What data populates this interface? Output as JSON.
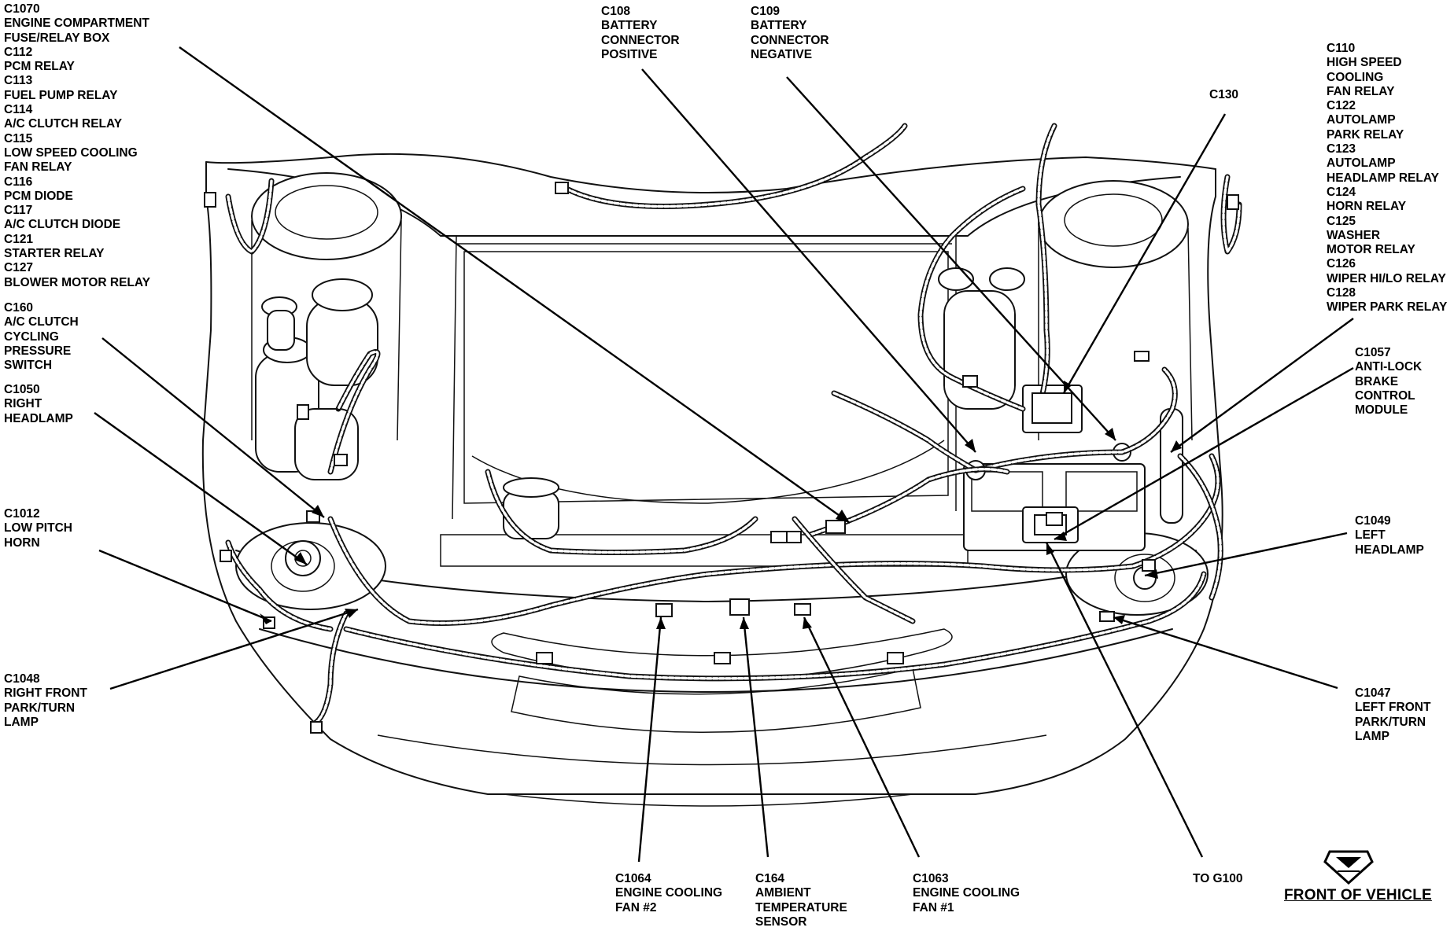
{
  "labels": {
    "c1070": [
      "C1070",
      "ENGINE COMPARTMENT",
      "FUSE/RELAY BOX",
      "C112",
      "PCM RELAY",
      "C113",
      "FUEL PUMP RELAY",
      "C114",
      "A/C CLUTCH RELAY",
      "C115",
      "LOW SPEED COOLING",
      "FAN RELAY",
      "C116",
      "PCM DIODE",
      "C117",
      "A/C CLUTCH DIODE",
      "C121",
      "STARTER  RELAY",
      "C127",
      "BLOWER MOTOR RELAY"
    ],
    "c160": [
      "C160",
      "A/C CLUTCH",
      "CYCLING",
      "PRESSURE",
      "SWITCH"
    ],
    "c1050": [
      "C1050",
      "RIGHT",
      "HEADLAMP"
    ],
    "c1012": [
      "C1012",
      "LOW PITCH",
      "HORN"
    ],
    "c1048": [
      "C1048",
      "RIGHT FRONT",
      "PARK/TURN",
      "LAMP"
    ],
    "c108": [
      "C108",
      "BATTERY",
      "CONNECTOR",
      "POSITIVE"
    ],
    "c109": [
      "C109",
      "BATTERY",
      "CONNECTOR",
      "NEGATIVE"
    ],
    "c130": [
      "C130"
    ],
    "c110": [
      "C110",
      "HIGH SPEED",
      "COOLING",
      "FAN RELAY",
      "C122",
      "AUTOLAMP",
      "PARK RELAY",
      "C123",
      "AUTOLAMP",
      "HEADLAMP RELAY",
      "C124",
      "HORN RELAY",
      "C125",
      "WASHER",
      "MOTOR RELAY",
      "C126",
      "WIPER HI/LO RELAY",
      "C128",
      "WIPER PARK RELAY"
    ],
    "c1057": [
      "C1057",
      "ANTI-LOCK",
      "BRAKE",
      "CONTROL",
      "MODULE"
    ],
    "c1049": [
      "C1049",
      "LEFT",
      "HEADLAMP"
    ],
    "c1047": [
      "C1047",
      "LEFT FRONT",
      "PARK/TURN",
      "LAMP"
    ],
    "c1064": [
      "C1064",
      "ENGINE COOLING",
      "FAN #2"
    ],
    "c164": [
      "C164",
      "AMBIENT",
      "TEMPERATURE",
      "SENSOR"
    ],
    "c1063": [
      "C1063",
      "ENGINE COOLING",
      "FAN #1"
    ],
    "g100": [
      "TO G100"
    ]
  },
  "front": {
    "text": "FRONT OF VEHICLE",
    "icon": "down-arrow-icon"
  }
}
